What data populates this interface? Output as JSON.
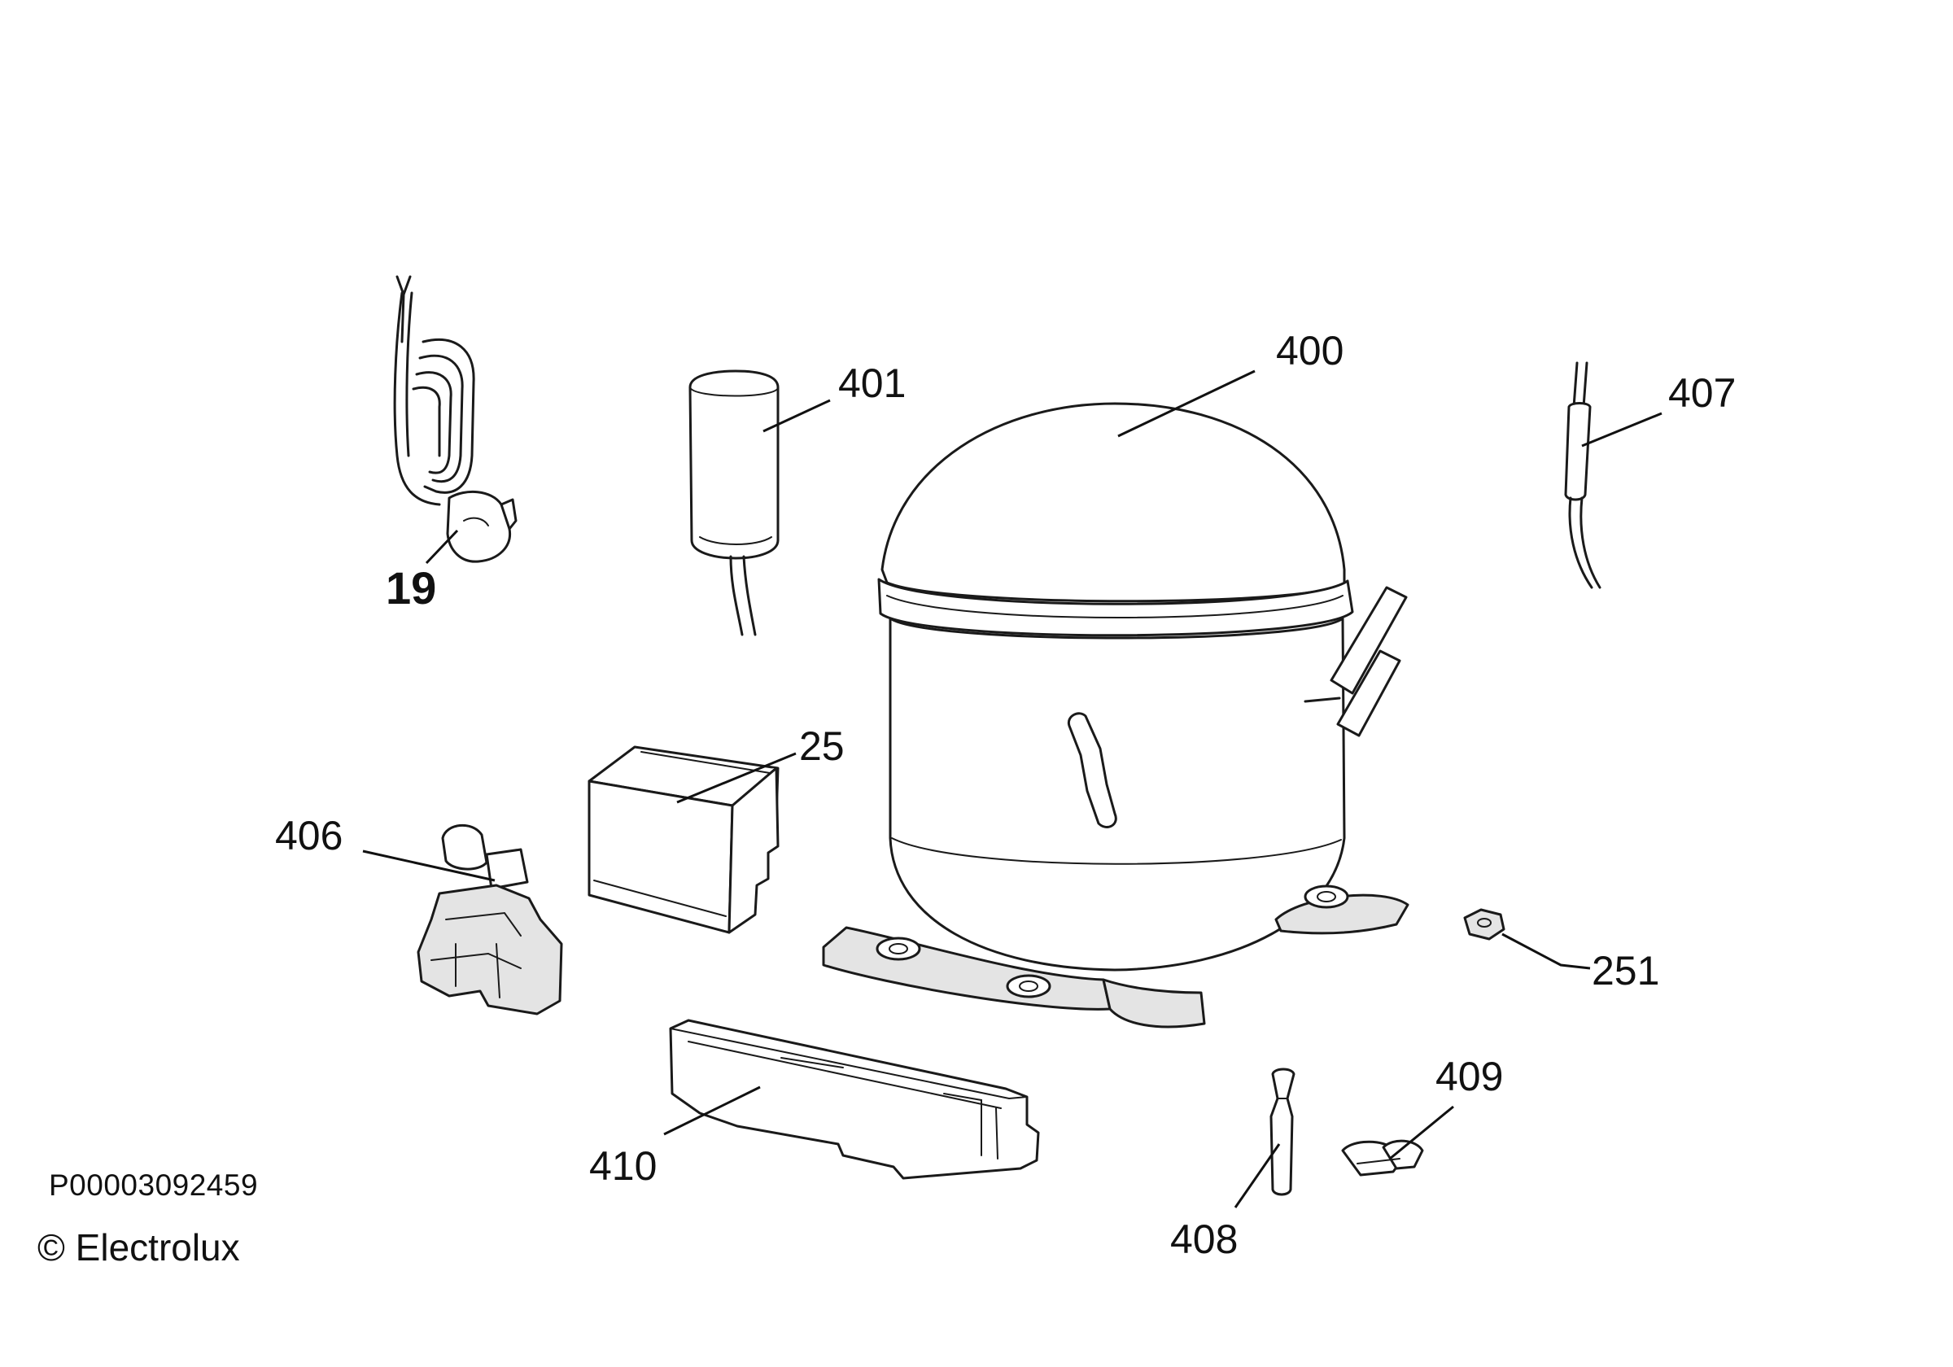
{
  "parts": [
    {
      "id": "p19",
      "label": "19"
    },
    {
      "id": "p401",
      "label": "401"
    },
    {
      "id": "p400",
      "label": "400"
    },
    {
      "id": "p407",
      "label": "407"
    },
    {
      "id": "p25",
      "label": "25"
    },
    {
      "id": "p406",
      "label": "406"
    },
    {
      "id": "p251",
      "label": "251"
    },
    {
      "id": "p409",
      "label": "409"
    },
    {
      "id": "p410",
      "label": "410"
    },
    {
      "id": "p408",
      "label": "408"
    }
  ],
  "footer": {
    "doc_id": "P00003092459",
    "copyright": "© Electrolux"
  }
}
